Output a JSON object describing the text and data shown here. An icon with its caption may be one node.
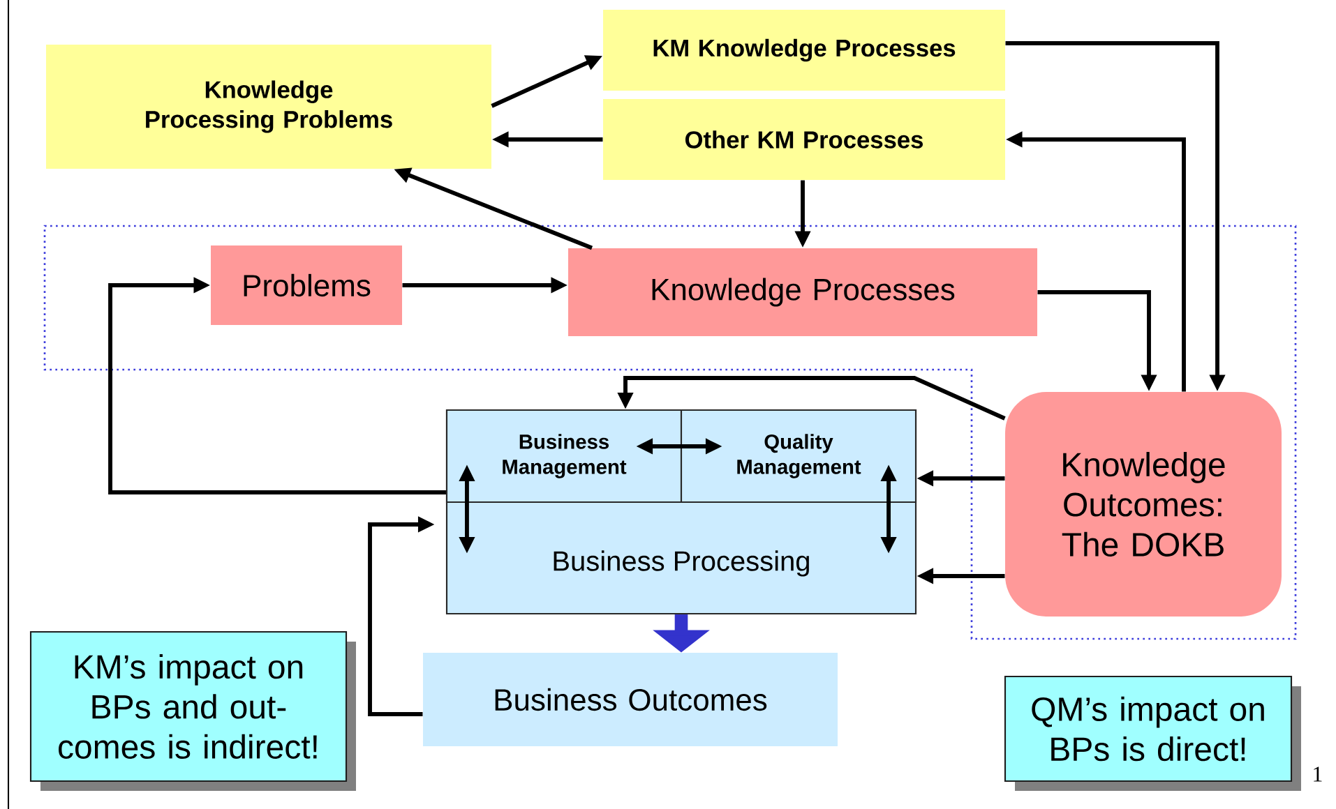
{
  "diagram": {
    "nodes": [
      {
        "text": [
          "Knowledge Processing Problems"
        ]
      },
      {
        "text": [
          "KM Knowledge Processes"
        ]
      },
      {
        "text": [
          "Other KM Processes"
        ]
      },
      {
        "text": [
          "Problems"
        ]
      },
      {
        "text": [
          "Knowledge Processes"
        ]
      },
      {
        "text": [
          "Business Processing"
        ]
      },
      {
        "text": [
          "Business Management"
        ],
        "in": 5
      },
      {
        "text": [
          "Quality Management"
        ],
        "in": 5
      },
      {
        "text": [
          "Knowledge Outcomes: The DOKB"
        ]
      },
      {
        "text": [
          "Business Outcomes"
        ]
      },
      {
        "text": [
          "KM’s impact on BPs and out-comes is indirect!"
        ]
      },
      {
        "text": [
          "QM’s impact on BPs is direct!"
        ]
      }
    ],
    "edges": [
      {
        "from": 0,
        "to": 1,
        "arrow": "to"
      },
      {
        "from": 2,
        "to": 0,
        "arrow": "to"
      },
      {
        "from": 4,
        "to": 0,
        "arrow": "to"
      },
      {
        "from": 2,
        "to": 4,
        "arrow": "to"
      },
      {
        "from": 3,
        "to": 4,
        "arrow": "to"
      },
      {
        "from": 4,
        "to": 8,
        "arrow": "to"
      },
      {
        "from": 1,
        "to": 8,
        "arrow": "to"
      },
      {
        "from": 8,
        "to": 2,
        "arrow": "to"
      },
      {
        "from": 6,
        "to": 3,
        "arrow": "to"
      },
      {
        "from": 8,
        "to": 6,
        "arrow": "to"
      },
      {
        "from": 6,
        "to": 7,
        "arrow": "both"
      },
      {
        "from": 8,
        "to": 7,
        "arrow": "to"
      },
      {
        "from": 8,
        "to": 5,
        "arrow": "to"
      },
      {
        "from": 6,
        "to": 5,
        "arrow": "both"
      },
      {
        "from": 7,
        "to": 5,
        "arrow": "both"
      },
      {
        "from": 5,
        "to": 9,
        "arrow": "to",
        "style": "thick",
        "color": "#3333cc"
      },
      {
        "from": 9,
        "to": 5,
        "arrow": "to"
      }
    ],
    "labels": [
      "1"
    ]
  }
}
